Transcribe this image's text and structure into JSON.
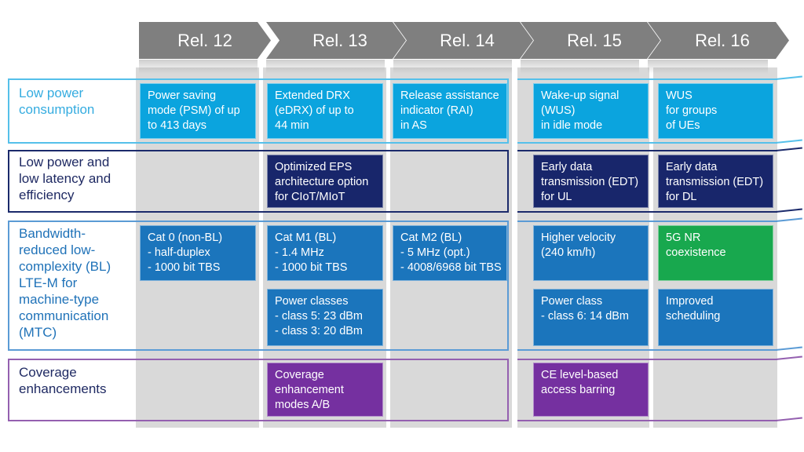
{
  "releases": [
    "Rel. 12",
    "Rel. 13",
    "Rel. 14",
    "Rel. 15",
    "Rel. 16"
  ],
  "colors": {
    "cyan": "#0BA4DE",
    "navy": "#18266B",
    "blue": "#1B75BC",
    "green": "#18A84E",
    "purple": "#7530A0",
    "band_gray": "#D9D9D9",
    "arrow_gray": "#7F7F7F",
    "border_row1": "#55C0EA",
    "border_row2": "#1B2A6B",
    "border_row3": "#5B9BD5",
    "border_row4": "#9460B0",
    "label_row1": "#35ACE0",
    "label_row2": "#1F2A63",
    "label_row3": "#1F72B8",
    "label_row4": "#1F2A63"
  },
  "rows": [
    {
      "label": "Low power\nconsumption",
      "cells": [
        {
          "release": "Rel. 12",
          "text": "Power saving\nmode (PSM) of up\nto 413 days",
          "color": "cyan"
        },
        {
          "release": "Rel. 13",
          "text": "Extended DRX\n(eDRX) of up to\n44 min",
          "color": "cyan"
        },
        {
          "release": "Rel. 14",
          "text": "Release assistance\nindicator (RAI)\nin AS",
          "color": "cyan"
        },
        {
          "release": "Rel. 15",
          "text": "Wake-up signal\n(WUS)\nin idle mode",
          "color": "cyan"
        },
        {
          "release": "Rel. 16",
          "text": "WUS\nfor groups\nof UEs",
          "color": "cyan"
        }
      ]
    },
    {
      "label": "Low power and\nlow latency and\nefficiency",
      "cells": [
        {
          "release": "Rel. 13",
          "text": "Optimized EPS\narchitecture option\nfor CIoT/MIoT",
          "color": "navy"
        },
        {
          "release": "Rel. 15",
          "text": "Early data\ntransmission (EDT)\nfor UL",
          "color": "navy"
        },
        {
          "release": "Rel. 16",
          "text": "Early data\ntransmission (EDT)\nfor DL",
          "color": "navy"
        }
      ]
    },
    {
      "label": "Bandwidth-\nreduced low-\ncomplexity (BL)\nLTE-M for\nmachine-type\ncommunication\n(MTC)",
      "cells_upper": [
        {
          "release": "Rel. 12",
          "text": "Cat 0 (non-BL)\n- half-duplex\n- 1000 bit TBS",
          "color": "blue"
        },
        {
          "release": "Rel. 13",
          "text": "Cat M1 (BL)\n- 1.4 MHz\n- 1000 bit TBS",
          "color": "blue"
        },
        {
          "release": "Rel. 14",
          "text": "Cat M2 (BL)\n- 5 MHz (opt.)\n- 4008/6968 bit TBS",
          "color": "blue"
        },
        {
          "release": "Rel. 15",
          "text": "Higher velocity\n(240 km/h)",
          "color": "blue"
        },
        {
          "release": "Rel. 16",
          "text": "5G NR\ncoexistence",
          "color": "green"
        }
      ],
      "cells_lower": [
        {
          "release": "Rel. 13",
          "text": "Power classes\n- class 5: 23 dBm\n- class 3: 20 dBm",
          "color": "blue"
        },
        {
          "release": "Rel. 15",
          "text": "Power class\n- class 6: 14 dBm",
          "color": "blue"
        },
        {
          "release": "Rel. 16",
          "text": "Improved\nscheduling",
          "color": "blue"
        }
      ]
    },
    {
      "label": "Coverage\nenhancements",
      "cells": [
        {
          "release": "Rel. 13",
          "text": "Coverage\nenhancement\nmodes A/B",
          "color": "purple"
        },
        {
          "release": "Rel. 15",
          "text": "CE level-based\naccess barring",
          "color": "purple"
        }
      ]
    }
  ]
}
